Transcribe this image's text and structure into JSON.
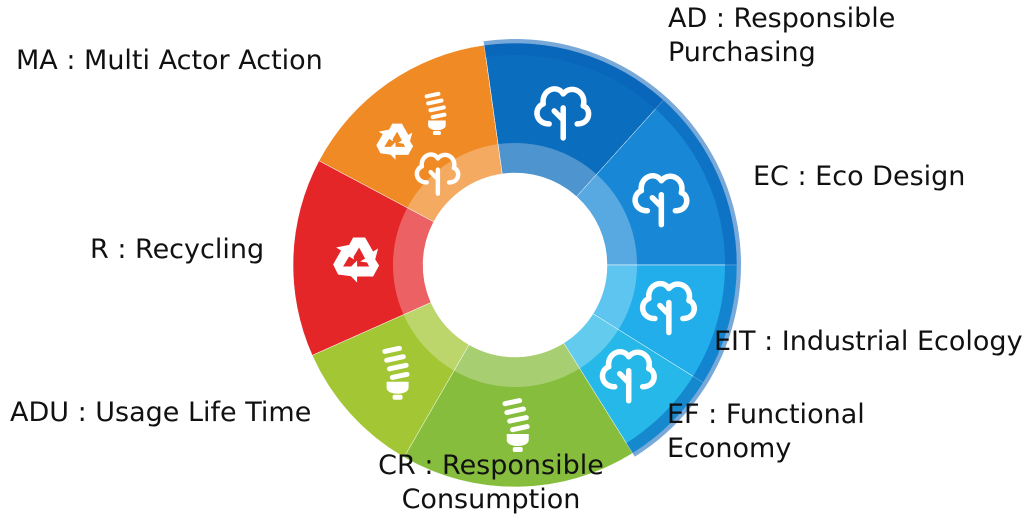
{
  "segments": [
    {
      "key": "AD",
      "color": "#0B6DBE",
      "icons": [
        "tree-icon"
      ]
    },
    {
      "key": "EC",
      "color": "#1888D6",
      "icons": [
        "tree-icon"
      ]
    },
    {
      "key": "EIT",
      "color": "#21AEEB",
      "icons": [
        "tree-icon"
      ]
    },
    {
      "key": "EF",
      "color": "#26B8E8",
      "icons": [
        "tree-icon"
      ]
    },
    {
      "key": "CR",
      "color": "#86BD3C",
      "icons": [
        "bulb-icon"
      ]
    },
    {
      "key": "ADU",
      "color": "#A2C634",
      "icons": [
        "bulb-icon"
      ]
    },
    {
      "key": "R",
      "color": "#E52629",
      "icons": [
        "recycle-icon"
      ]
    },
    {
      "key": "MA",
      "color": "#F08A24",
      "icons": [
        "recycle-icon",
        "bulb-icon",
        "tree-icon"
      ]
    }
  ],
  "labels": {
    "ad": [
      "AD : Responsible",
      "Purchasing"
    ],
    "ec": [
      "EC : Eco Design"
    ],
    "eit": [
      "EIT : Industrial Ecology"
    ],
    "ef": [
      "EF : Functional",
      "Economy"
    ],
    "cr": [
      "CR : Responsible",
      "Consumption"
    ],
    "adu": [
      "ADU : Usage Life Time"
    ],
    "r": [
      "R : Recycling"
    ],
    "ma": [
      "MA : Multi Actor Action"
    ]
  },
  "outer_arc_color": "#0A63B8",
  "inner_ring_color": "#FFFFFF",
  "text_color": "#111111"
}
